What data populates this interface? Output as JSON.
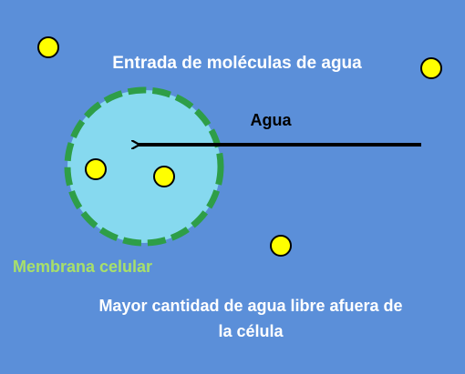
{
  "colors": {
    "background": "#5b8fd9",
    "cell_fill": "#86d9ef",
    "membrane": "#2e9e48",
    "molecule_fill": "#ffff00",
    "molecule_stroke": "#000000",
    "arrow": "#000000",
    "text_white": "#ffffff",
    "text_black": "#000000",
    "membrane_label": "#a8e06a"
  },
  "labels": {
    "title": "Entrada de moléculas de agua",
    "arrow_label": "Agua",
    "membrane": "Membrana celular",
    "caption_line1": "Mayor cantidad de agua libre afuera de",
    "caption_line2": "la célula"
  },
  "molecules": {
    "inside_cell": 2,
    "outside_cell": 3
  }
}
